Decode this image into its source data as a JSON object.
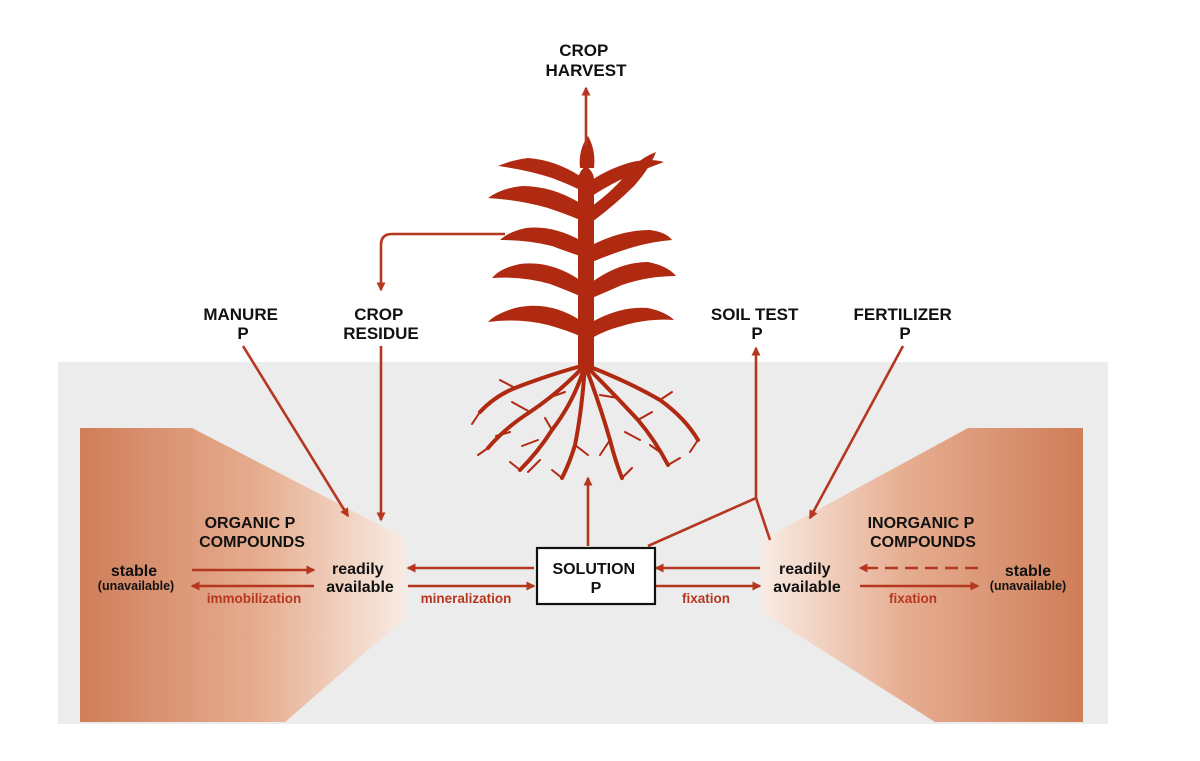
{
  "colors": {
    "arrow": "#b5371f",
    "plant": "#b02a12",
    "soil": "#ececec",
    "pool_dark": "#cf7d58",
    "pool_light": "#f3ddd0",
    "text": "#111111"
  },
  "labels": {
    "crop_harvest": [
      "CROP",
      "HARVEST"
    ],
    "manure": [
      "MANURE",
      "P"
    ],
    "crop_residue": [
      "CROP",
      "RESIDUE"
    ],
    "soil_test": [
      "SOIL TEST",
      "P"
    ],
    "fertilizer": [
      "FERTILIZER",
      "P"
    ],
    "organic": [
      "ORGANIC P",
      "COMPOUNDS"
    ],
    "inorganic": [
      "INORGANIC P",
      "COMPOUNDS"
    ],
    "stable": "stable",
    "unavailable": "(unavailable)",
    "readily": [
      "readily",
      "available"
    ],
    "solution": [
      "SOLUTION",
      "P"
    ],
    "immobilization": "immobilization",
    "mineralization": "mineralization",
    "fixation": "fixation"
  },
  "icons": [
    "corn-plant-icon",
    "plant-roots-icon"
  ]
}
